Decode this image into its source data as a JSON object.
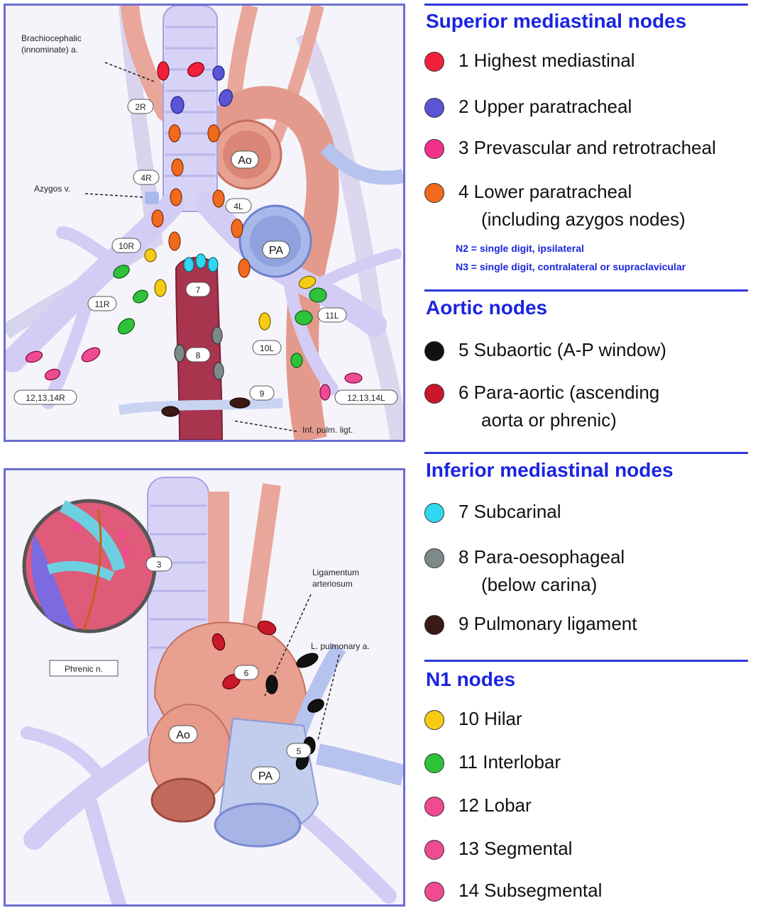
{
  "colors": {
    "node_1": "#f0203a",
    "node_2": "#5a55d6",
    "node_3": "#f0308a",
    "node_4": "#f26a1e",
    "node_5": "#111111",
    "node_6": "#c8182a",
    "node_7": "#2fd8ee",
    "node_8": "#7d8a8a",
    "node_9": "#3a1a12",
    "node_10": "#f6cc12",
    "node_11": "#2ec23a",
    "node_12": "#ef4a92",
    "node_13": "#ef4a92",
    "node_14": "#ef4a92",
    "accent": "#1a24e0"
  },
  "top_diagram": {
    "labels": {
      "brachiocephalic_line1": "Brachiocephalic",
      "brachiocephalic_line2": "(innominate) a.",
      "azygos": "Azygos v.",
      "inf_pulm_ligt": "Inf. pulm. ligt.",
      "ao": "Ao",
      "pa": "PA"
    },
    "station_tags": [
      "2R",
      "4R",
      "4L",
      "10R",
      "7",
      "11R",
      "8",
      "10L",
      "11L",
      "9",
      "12,13,14R",
      "12,13,14L"
    ]
  },
  "bottom_diagram": {
    "labels": {
      "ligamentum_line1": "Ligamentum",
      "ligamentum_line2": "arteriosum",
      "l_pulmonary": "L. pulmonary a.",
      "phrenic": "Phrenic n.",
      "ao": "Ao",
      "pa": "PA"
    },
    "station_tags": [
      "3",
      "6",
      "5"
    ]
  },
  "legend": {
    "superior": {
      "title": "Superior mediastinal nodes",
      "items": [
        {
          "text": "1 Highest mediastinal"
        },
        {
          "text": "2 Upper paratracheal"
        },
        {
          "text": "3 Prevascular and retrotracheal"
        },
        {
          "text": "4 Lower paratracheal",
          "text2": "(including azygos nodes)"
        }
      ],
      "note1": "N2 = single digit, ipsilateral",
      "note2": "N3 = single digit, contralateral or supraclavicular"
    },
    "aortic": {
      "title": "Aortic nodes",
      "items": [
        {
          "text": "5 Subaortic (A-P window)"
        },
        {
          "text": "6 Para-aortic (ascending",
          "text2": "aorta or phrenic)"
        }
      ]
    },
    "inferior": {
      "title": "Inferior mediastinal nodes",
      "items": [
        {
          "text": "7 Subcarinal"
        },
        {
          "text": "8 Para-oesophageal",
          "text2": "(below carina)"
        },
        {
          "text": "9 Pulmonary ligament"
        }
      ]
    },
    "n1": {
      "title": "N1 nodes",
      "items": [
        {
          "text": "10 Hilar"
        },
        {
          "text": "11 Interlobar"
        },
        {
          "text": "12 Lobar"
        },
        {
          "text": "13 Segmental"
        },
        {
          "text": "14 Subsegmental"
        }
      ]
    }
  }
}
